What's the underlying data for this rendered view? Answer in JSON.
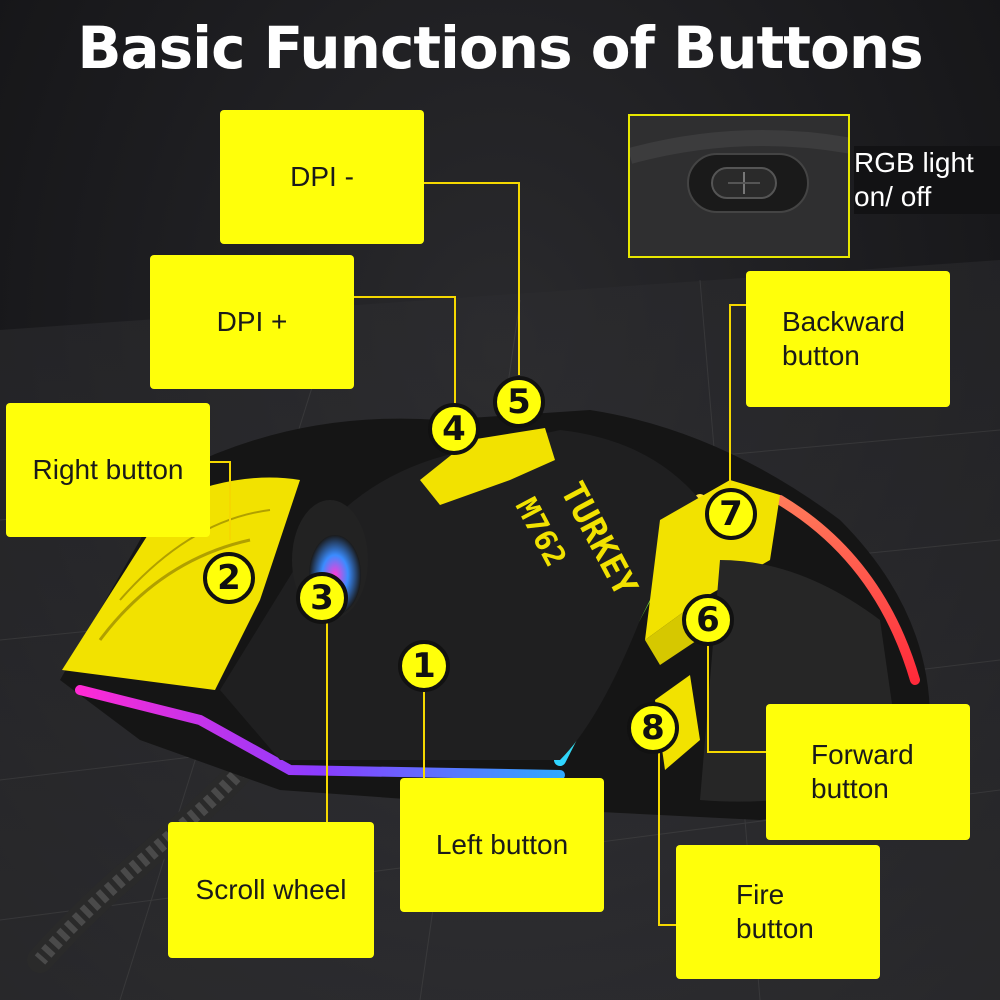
{
  "title": "Basic Functions of Buttons",
  "colors": {
    "callout": "#ffff0a",
    "leader": "#f5d800",
    "background": "#1c1c1f",
    "title": "#ffffff"
  },
  "callouts": {
    "dpi_minus": "DPI -",
    "dpi_plus": "DPI +",
    "right_button": "Right button",
    "scroll_wheel": "Scroll wheel",
    "left_button": "Left button",
    "backward_button": "Backward\nbutton",
    "forward_button": "Forward\nbutton",
    "fire_button": "Fire\nbutton",
    "rgb_toggle": "RGB light\non/ off"
  },
  "markers": [
    "1",
    "2",
    "3",
    "4",
    "5",
    "6",
    "7",
    "8"
  ],
  "mouse": {
    "brand_text": "TURKEY",
    "model_text": "M762"
  }
}
